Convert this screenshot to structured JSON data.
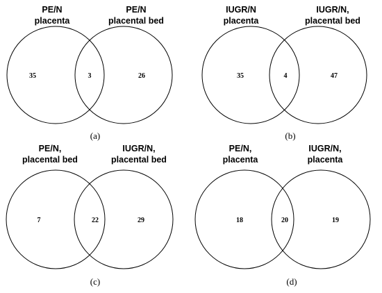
{
  "panels": [
    {
      "id": "a",
      "caption": "(a)",
      "left_label": [
        "PE/N",
        "placenta"
      ],
      "right_label": [
        "PE/N",
        "placental bed"
      ],
      "left_only": "35",
      "overlap": "3",
      "right_only": "26"
    },
    {
      "id": "b",
      "caption": "(b)",
      "left_label": [
        "IUGR/N",
        "placenta"
      ],
      "right_label": [
        "IUGR/N,",
        "placental bed"
      ],
      "left_only": "35",
      "overlap": "4",
      "right_only": "47"
    },
    {
      "id": "c",
      "caption": "(c)",
      "left_label": [
        "PE/N,",
        "placental bed"
      ],
      "right_label": [
        "IUGR/N,",
        "placental bed"
      ],
      "left_only": "7",
      "overlap": "22",
      "right_only": "29"
    },
    {
      "id": "d",
      "caption": "(d)",
      "left_label": [
        "PE/N,",
        "placenta"
      ],
      "right_label": [
        "IUGR/N,",
        "placenta"
      ],
      "left_only": "18",
      "overlap": "20",
      "right_only": "19"
    }
  ]
}
